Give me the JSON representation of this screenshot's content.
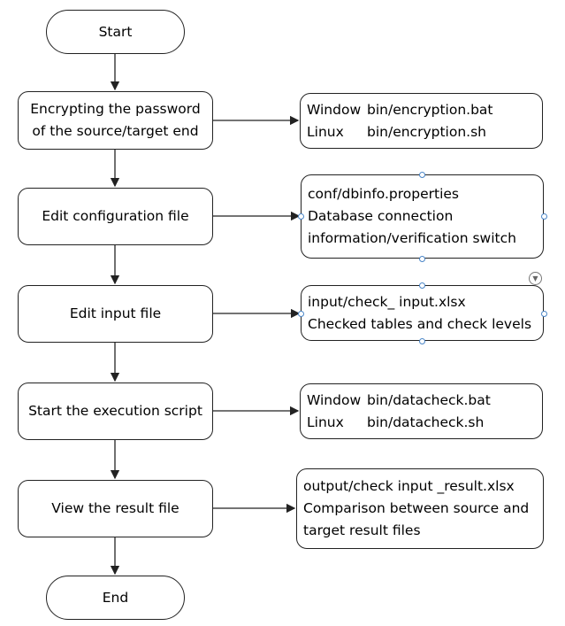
{
  "flow": {
    "start": "Start",
    "end": "End",
    "steps": [
      {
        "label_line1": "Encrypting the password",
        "label_line2": "of the source/target end"
      },
      {
        "label": "Edit configuration file"
      },
      {
        "label": "Edit input file"
      },
      {
        "label": "Start the execution script"
      },
      {
        "label": "View the result file"
      }
    ]
  },
  "notes": [
    {
      "line1_a": "Window",
      "line1_b": "bin/encryption.bat",
      "line2_a": "Linux",
      "line2_b": "bin/encryption.sh"
    },
    {
      "line1": "conf/dbinfo.properties",
      "line2": "Database connection",
      "line3": "information/verification switch"
    },
    {
      "line1": "input/check_ input.xlsx",
      "line2": "Checked tables and check levels"
    },
    {
      "line1_a": "Window",
      "line1_b": "bin/datacheck.bat",
      "line2_a": "Linux",
      "line2_b": "bin/datacheck.sh"
    },
    {
      "line1": "output/check input _result.xlsx",
      "line2": "Comparison between source and",
      "line3": "target result files"
    }
  ],
  "colors": {
    "stroke": "#222222",
    "handle": "#4a86c8"
  },
  "icons": {
    "dropdown": "chevron-down-icon"
  }
}
